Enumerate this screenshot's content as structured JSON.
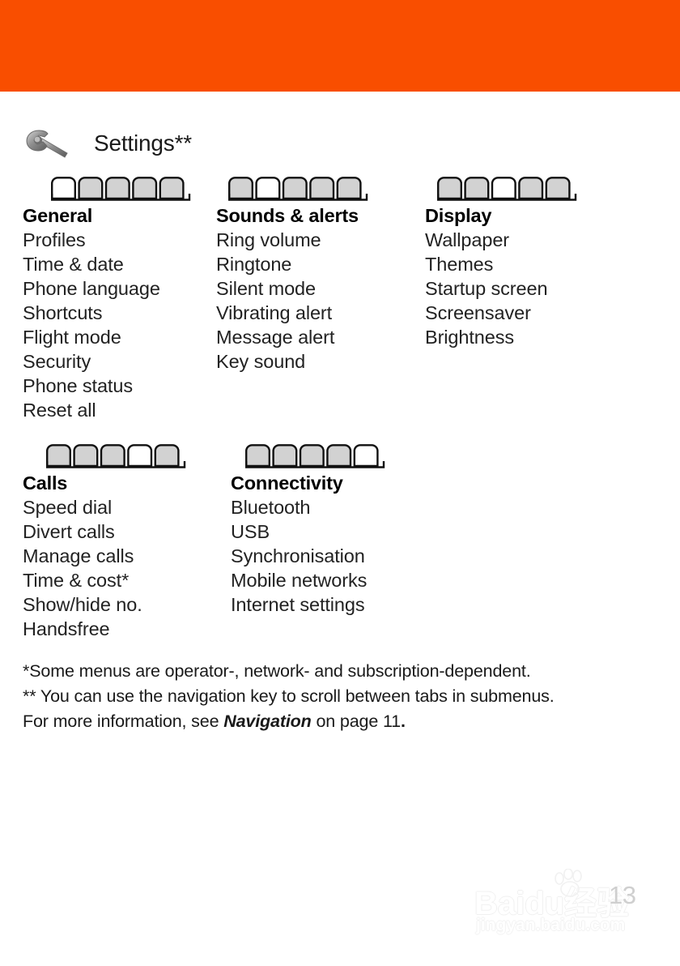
{
  "header": {
    "band_color": "#f94e00"
  },
  "title": {
    "icon": "wrench-icon",
    "text": "Settings**"
  },
  "menu_blocks": [
    {
      "id": "general",
      "heading": "General",
      "tab_count": 5,
      "selected_tab": 1,
      "items": [
        "Profiles",
        "Time & date",
        "Phone language",
        "Shortcuts",
        "Flight mode",
        "Security",
        "Phone status",
        "Reset all"
      ]
    },
    {
      "id": "sounds",
      "heading": "Sounds & alerts",
      "tab_count": 5,
      "selected_tab": 2,
      "items": [
        "Ring volume",
        "Ringtone",
        "Silent mode",
        "Vibrating alert",
        "Message alert",
        "Key sound"
      ]
    },
    {
      "id": "display",
      "heading": "Display",
      "tab_count": 5,
      "selected_tab": 3,
      "items": [
        "Wallpaper",
        "Themes",
        "Startup screen",
        "Screensaver",
        "Brightness"
      ]
    },
    {
      "id": "calls",
      "heading": "Calls",
      "tab_count": 5,
      "selected_tab": 4,
      "items": [
        "Speed dial",
        "Divert calls",
        "Manage calls",
        "Time & cost*",
        "Show/hide no.",
        "Handsfree"
      ]
    },
    {
      "id": "connectivity",
      "heading": "Connectivity",
      "tab_count": 5,
      "selected_tab": 5,
      "items": [
        "Bluetooth",
        "USB",
        "Synchronisation",
        "Mobile networks",
        "Internet settings"
      ]
    }
  ],
  "footnotes": {
    "line1": "*Some menus are operator-, network- and subscription-dependent.",
    "line2": "** You can use the navigation key to scroll between tabs in submenus.",
    "line3_prefix": "For more information, see ",
    "line3_italic": "Navigation",
    "line3_suffix": " on page 11",
    "line3_end": "."
  },
  "watermark": {
    "main": "Baidu",
    "suffix": "经验",
    "sub": "jingyan.baidu.com"
  },
  "page_number": "13",
  "colors": {
    "band": "#f94e00",
    "tab_fill": "#d2d2d2",
    "tab_selected_fill": "#ffffff",
    "tab_stroke": "#111111",
    "text": "#1a1a1a",
    "page_number": "#cfcfcf"
  }
}
